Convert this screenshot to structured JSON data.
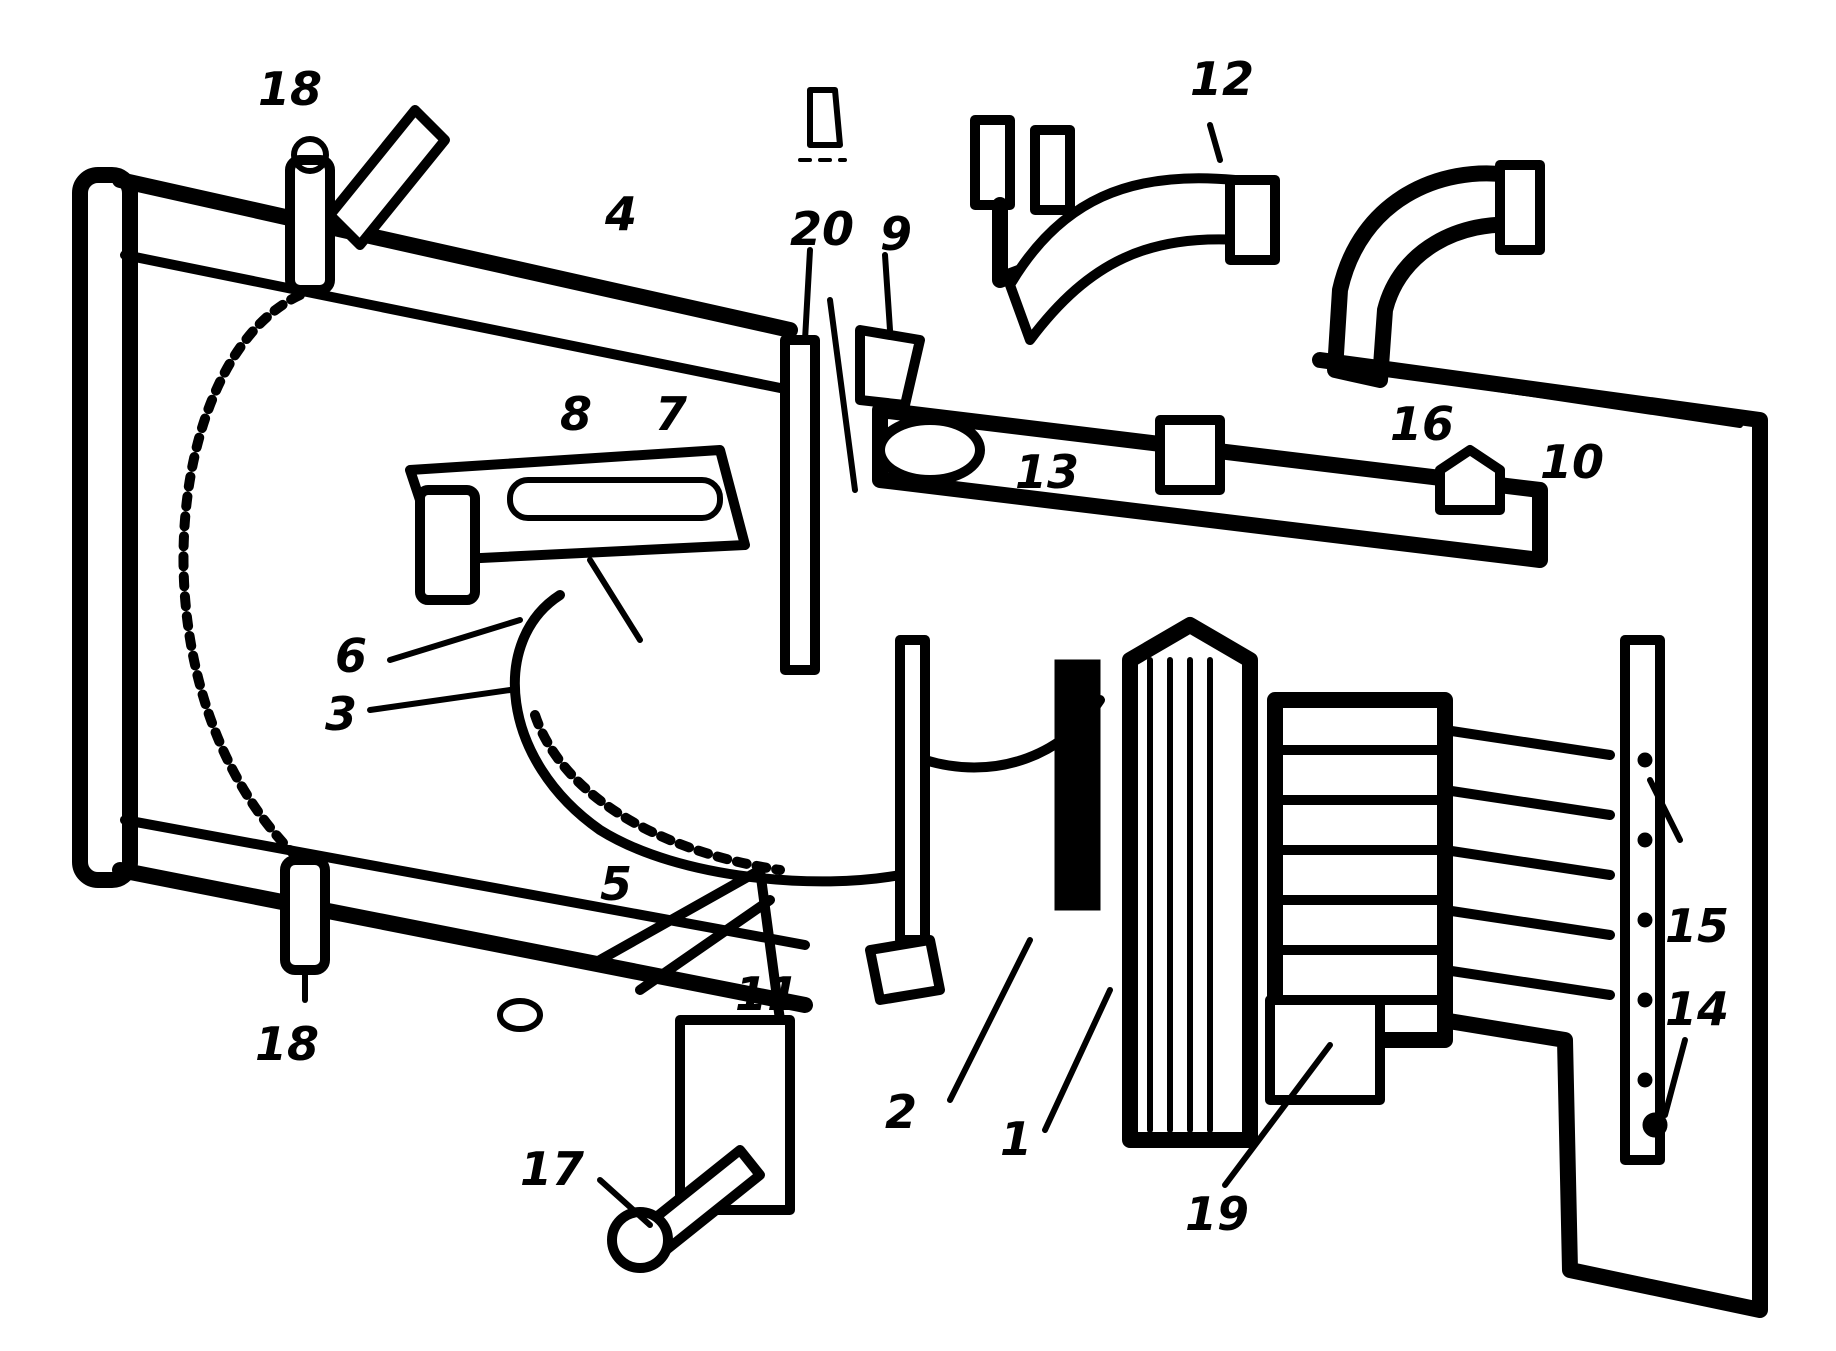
{
  "diagram": {
    "labels": [
      {
        "id": "label-1",
        "text": "1"
      },
      {
        "id": "label-2",
        "text": "2"
      },
      {
        "id": "label-3",
        "text": "3"
      },
      {
        "id": "label-4",
        "text": "4"
      },
      {
        "id": "label-5",
        "text": "5"
      },
      {
        "id": "label-6",
        "text": "6"
      },
      {
        "id": "label-7",
        "text": "7"
      },
      {
        "id": "label-8",
        "text": "8"
      },
      {
        "id": "label-9",
        "text": "9"
      },
      {
        "id": "label-10",
        "text": "10"
      },
      {
        "id": "label-11",
        "text": "11"
      },
      {
        "id": "label-12",
        "text": "12"
      },
      {
        "id": "label-13",
        "text": "13"
      },
      {
        "id": "label-14",
        "text": "14"
      },
      {
        "id": "label-15",
        "text": "15"
      },
      {
        "id": "label-16",
        "text": "16"
      },
      {
        "id": "label-17",
        "text": "17"
      },
      {
        "id": "label-18a",
        "text": "18"
      },
      {
        "id": "label-18b",
        "text": "18"
      },
      {
        "id": "label-19",
        "text": "19"
      },
      {
        "id": "label-20",
        "text": "20"
      }
    ]
  },
  "colors": {
    "ink": "#000000",
    "paper": "#ffffff"
  }
}
